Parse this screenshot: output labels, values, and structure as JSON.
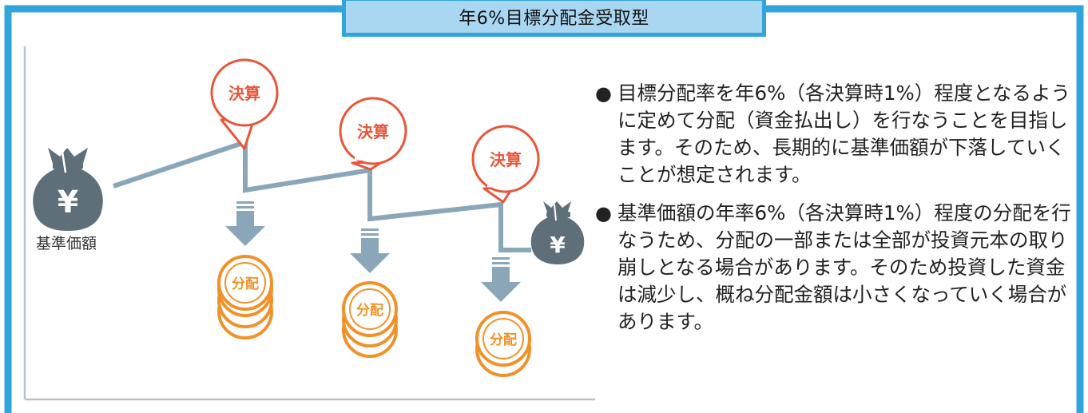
{
  "title": "年6%目標分配金受取型",
  "diagram": {
    "settlement_label": "決算",
    "distribution_label": "分配",
    "base_price_label": "基準価額",
    "currency_symbol": "¥"
  },
  "bullets": [
    "目標分配率を年6%（各決算時1%）程度となるように定めて分配（資金払出し）を行なうことを目指します。そのため、長期的に基準価額が下落していくことが想定されます。",
    "基準価額の年率6%（各決算時1%）程度の分配を行なうため、分配の一部または全部が投資元本の取り崩しとなる場合があります。そのため投資した資金は減少し、概ね分配金額は小さくなっていく場合があります。"
  ],
  "bullet_marker": "●",
  "colors": {
    "frame_blue": "#31a4dc",
    "title_fill": "#a9d6f1",
    "line_gray": "#8aa7b9",
    "bag_gray": "#5f6f7a",
    "accent_orange": "#e8563a",
    "coin_orange": "#f0922b",
    "axis_gray": "#b8c4cc"
  }
}
